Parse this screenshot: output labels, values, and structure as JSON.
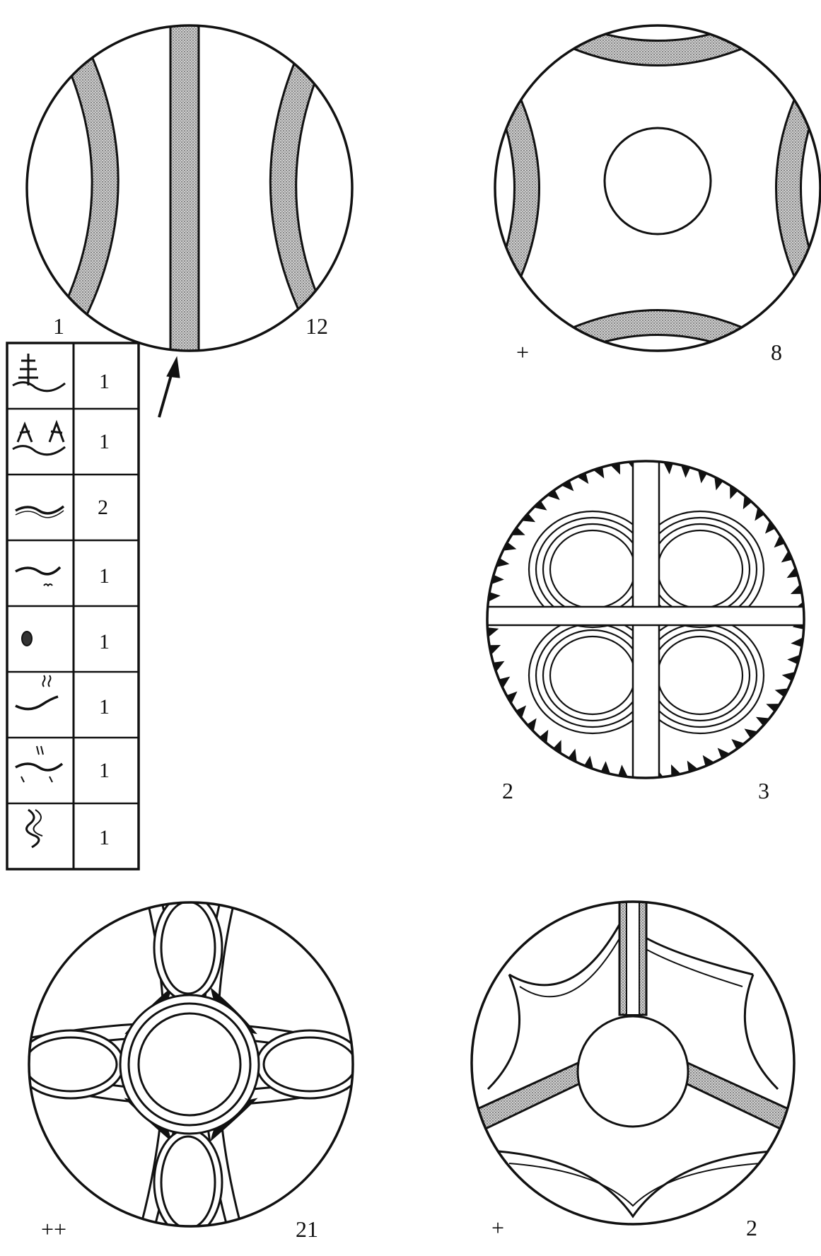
{
  "colors": {
    "ink": "#111111",
    "paper": "#ffffff",
    "stipple": "#8a8a8a"
  },
  "figures": [
    {
      "id": "fig-a",
      "left_label": "1",
      "right_label": "12"
    },
    {
      "id": "fig-b",
      "left_label": "+",
      "right_label": "8"
    },
    {
      "id": "fig-c",
      "left_label": "2",
      "right_label": "3"
    },
    {
      "id": "fig-d",
      "left_label": "++",
      "right_label": "21"
    },
    {
      "id": "fig-e",
      "left_label": "+",
      "right_label": "2"
    }
  ],
  "motif_table": {
    "rows": [
      {
        "glyph": "tree-on-wave-glyph",
        "count": "1"
      },
      {
        "glyph": "two-figures-on-wave-glyph",
        "count": "1"
      },
      {
        "glyph": "double-wave-glyph",
        "count": "2"
      },
      {
        "glyph": "wave-with-dots-glyph",
        "count": "1"
      },
      {
        "glyph": "small-oval-glyph",
        "count": "1"
      },
      {
        "glyph": "wave-with-rain-glyph",
        "count": "1"
      },
      {
        "glyph": "wave-with-marks-glyph",
        "count": "1"
      },
      {
        "glyph": "zigzag-figure-glyph",
        "count": "1"
      }
    ]
  },
  "arrow": {
    "icon": "arrow-up-right-icon"
  }
}
